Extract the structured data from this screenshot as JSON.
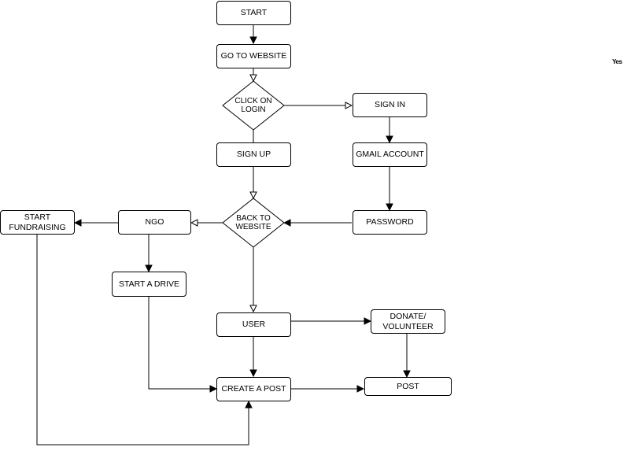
{
  "nodes": {
    "start": "START",
    "go_to_website": "GO TO WEBSITE",
    "click_on_login": "CLICK ON\nLOGIN",
    "sign_in": "SIGN IN",
    "sign_up": "SIGN UP",
    "gmail_account": "GMAIL ACCOUNT",
    "back_to_website": "BACK TO\nWEBSITE",
    "password": "PASSWORD",
    "ngo": "NGO",
    "start_fundraising": "START\nFUNDRAISING",
    "start_a_drive": "START A DRIVE",
    "user": "USER",
    "donate_volunteer": "DONATE/\nVOLUNTEER",
    "create_a_post": "CREATE A POST",
    "post": "POST"
  },
  "stray_text": "Yes",
  "colors": {
    "stroke": "#000000",
    "fill": "#ffffff"
  }
}
